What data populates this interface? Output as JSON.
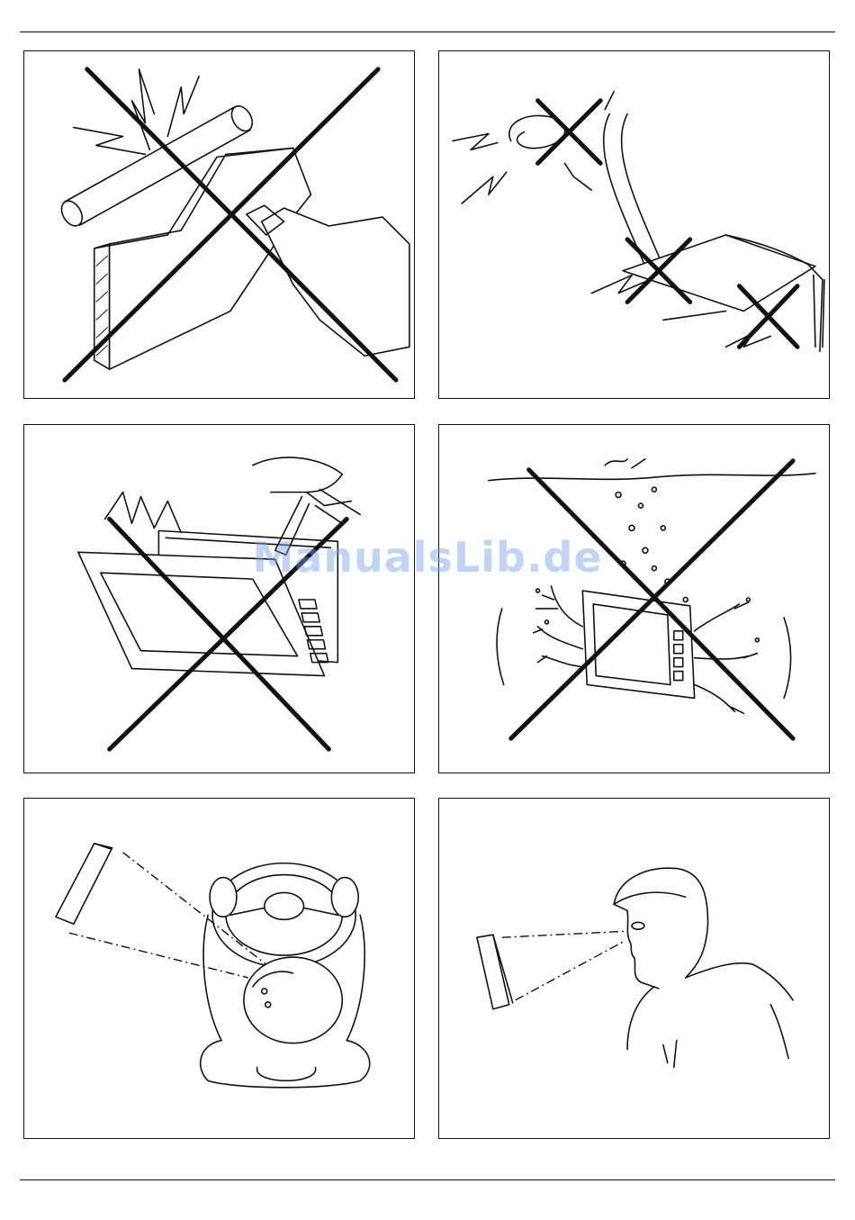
{
  "watermark": "ManualsLib.de",
  "panels": [
    {
      "id": "p1",
      "icon": "no-welding-icon",
      "prohibited": true
    },
    {
      "id": "p2",
      "icon": "no-cable-damage-icon",
      "prohibited": true
    },
    {
      "id": "p3",
      "icon": "no-forced-removal-icon",
      "prohibited": true
    },
    {
      "id": "p4",
      "icon": "no-water-immersion-icon",
      "prohibited": true
    },
    {
      "id": "p5",
      "icon": "driver-view-monitor-icon",
      "prohibited": false
    },
    {
      "id": "p6",
      "icon": "eye-level-viewing-icon",
      "prohibited": false
    }
  ]
}
